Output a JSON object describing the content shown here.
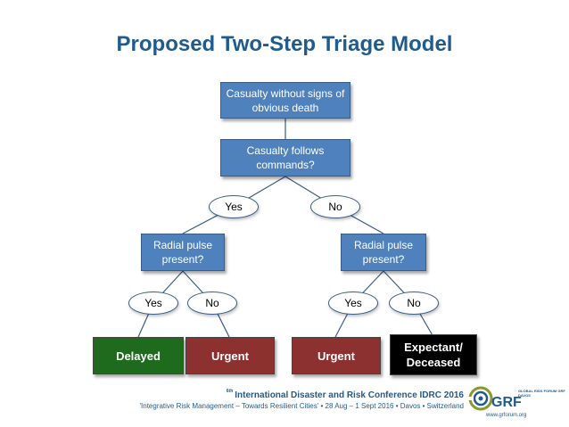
{
  "title": "Proposed Two-Step Triage Model",
  "nodes": {
    "root": "Casualty without signs of obvious death",
    "commands": "Casualty follows commands?",
    "yes_top": "Yes",
    "no_top": "No",
    "pulse_left": "Radial pulse present?",
    "pulse_right": "Radial pulse present?",
    "yes_left": "Yes",
    "no_left": "No",
    "yes_right": "Yes",
    "no_right": "No"
  },
  "outcomes": {
    "delayed": "Delayed",
    "urgent_left": "Urgent",
    "urgent_right": "Urgent",
    "expectant": "Expectant/ Deceased"
  },
  "colors": {
    "box": "#4f81bd",
    "delayed": "#1e6b1e",
    "urgent": "#8c3030",
    "expectant": "#000000",
    "title": "#1f5b8e"
  },
  "footer": {
    "ordinal": "6th",
    "conference": "International Disaster and Risk Conference IDRC 2016",
    "tagline": "'Integrative Risk Management – Towards Resilient Cities' • 28 Aug – 1 Sept 2016 • Davos • Switzerland",
    "logo_name": "GRF",
    "logo_caption": "GLOBAL RISK FORUM GRF DAVOS",
    "url": "www.grforum.org"
  }
}
